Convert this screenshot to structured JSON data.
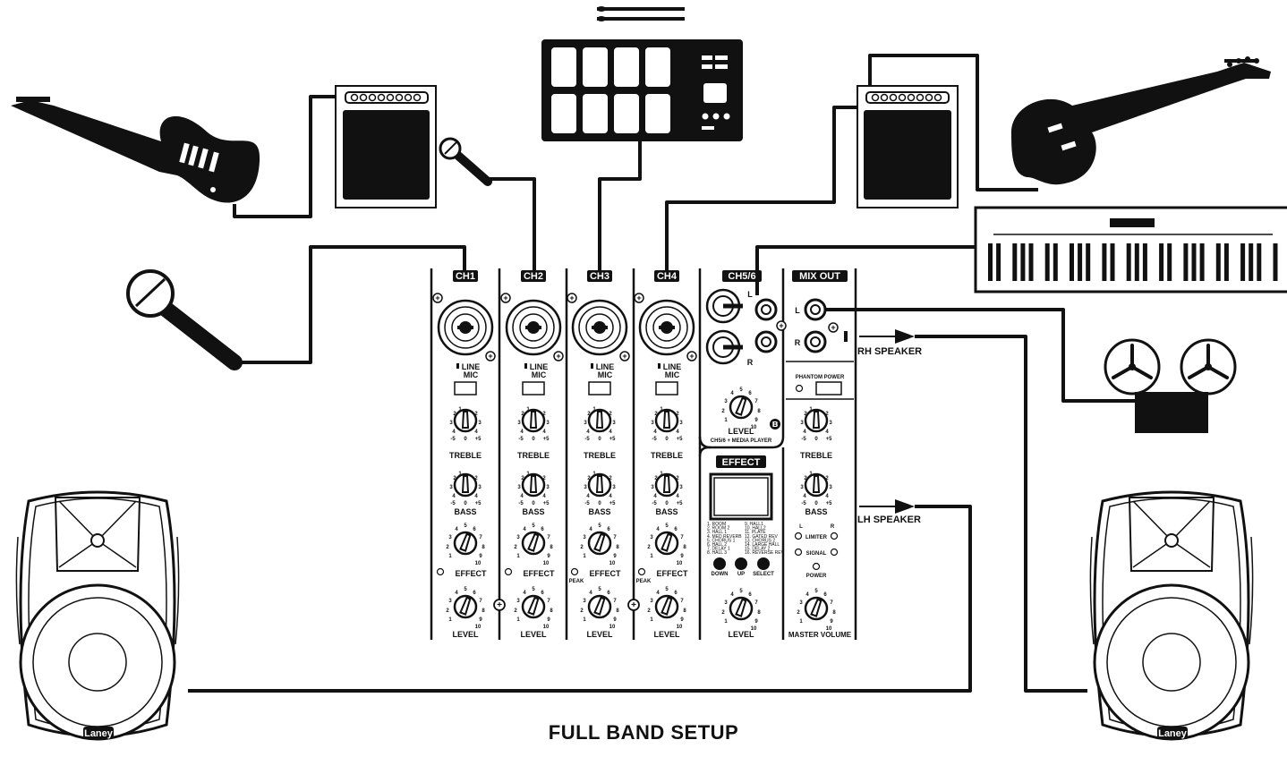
{
  "title": "FULL BAND SETUP",
  "mixer": {
    "channels": [
      {
        "id": "ch1",
        "label": "CH1"
      },
      {
        "id": "ch2",
        "label": "CH2"
      },
      {
        "id": "ch3",
        "label": "CH3"
      },
      {
        "id": "ch4",
        "label": "CH4"
      }
    ],
    "stereo_channel": {
      "label": "CH5/6",
      "left": "L",
      "right": "R",
      "level_label": "LEVEL",
      "sublabel": "CH5/6 + MEDIA PLAYER"
    },
    "mix_out": {
      "label": "MIX OUT",
      "left": "L",
      "right": "R",
      "phantom": "PHANTOM POWER",
      "treble": "TREBLE",
      "bass": "BASS",
      "limiter": "LIMITER",
      "signal": "SIGNAL",
      "power": "POWER",
      "master": "MASTER VOLUME"
    },
    "strip_labels": {
      "line": "LINE",
      "mic": "MIC",
      "treble": "TREBLE",
      "bass": "BASS",
      "effect": "EFFECT",
      "level": "LEVEL",
      "peak": "PEAK"
    },
    "effect_section": {
      "label": "EFFECT",
      "down": "DOWN",
      "up": "UP",
      "select": "SELECT",
      "level": "LEVEL",
      "presets_left": [
        "1. ROOM",
        "2. ROOM 2",
        "3. HALL 1",
        "4. MED REVERB",
        "5. CHORUS 1",
        "6. HALL 2",
        "7. DELAY 1",
        "8. HALL 3"
      ],
      "presets_right": [
        "9. HALL1",
        "10. HALL2",
        "11. PLATE",
        "12. GATED REV",
        "13. CHORUS 2",
        "14. LARGE HALL",
        "15. DELAY 2",
        "16. REVERSE REV"
      ]
    }
  },
  "outputs": {
    "rh_speaker": "RH SPEAKER",
    "lh_speaker": "LH SPEAKER"
  },
  "speakers": {
    "brand": "Laney"
  }
}
